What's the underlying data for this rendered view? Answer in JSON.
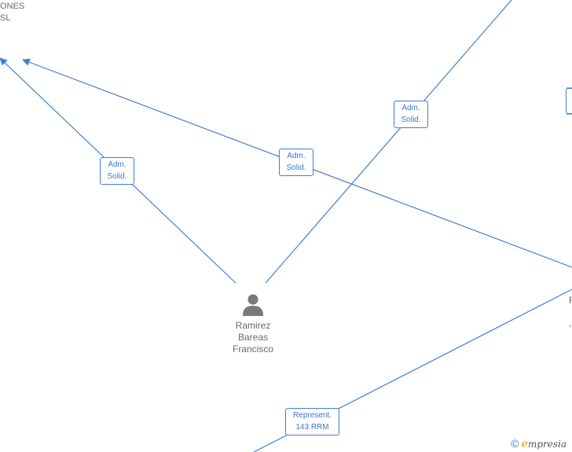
{
  "company_top_left": {
    "line1": "ONES",
    "line2": "SL"
  },
  "person": {
    "first": "Ramirez",
    "middle": "Bareas",
    "last": "Francisco"
  },
  "edge_labels": [
    {
      "line1": "Adm.",
      "line2": "Solid."
    },
    {
      "line1": "Adm.",
      "line2": "Solid."
    },
    {
      "line1": "Adm.",
      "line2": "Solid."
    },
    {
      "line1": "Represent.",
      "line2": "143 RRM"
    }
  ],
  "right_fragments": {
    "f1": "F",
    "f2": ","
  },
  "branding": {
    "copyright": "©",
    "e": "e",
    "rest": "mpresia"
  },
  "colors": {
    "edge": "#3f7fd4",
    "text": "#6b6b6b",
    "label_text": "#3a78c9",
    "brand_orange": "#e8941a"
  }
}
